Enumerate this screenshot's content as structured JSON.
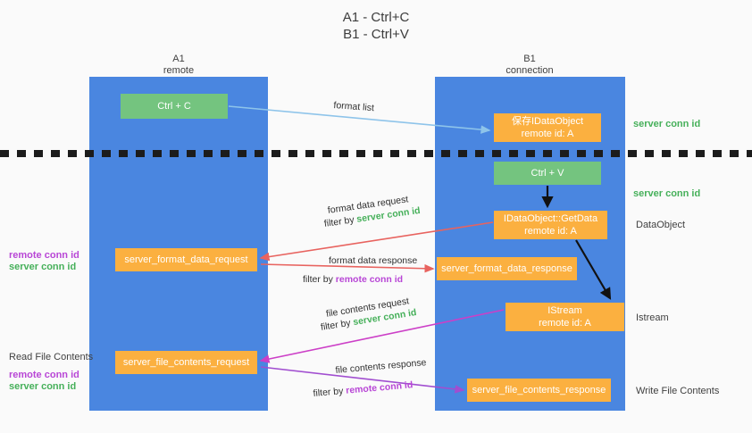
{
  "title": {
    "line1": "A1 - Ctrl+C",
    "line2": "B1 - Ctrl+V"
  },
  "columns": [
    {
      "name": "A1",
      "subtitle": "remote"
    },
    {
      "name": "B1",
      "subtitle": "connection"
    }
  ],
  "nodes": {
    "ctrl_c": {
      "line1": "Ctrl + C",
      "line2": "",
      "color": "#74c47f"
    },
    "save_dataobject": {
      "line1": "保存IDataObject",
      "line2": "remote id: A",
      "color": "#fbb040"
    },
    "ctrl_v": {
      "line1": "Ctrl + V",
      "line2": "",
      "color": "#74c47f"
    },
    "getdata": {
      "line1": "IDataObject::GetData",
      "line2": "remote id: A",
      "color": "#fbb040"
    },
    "istream": {
      "line1": "IStream",
      "line2": "remote id: A",
      "color": "#fbb040"
    },
    "format_data_request": {
      "line1": "server_format_data_request",
      "line2": "",
      "color": "#fbb040"
    },
    "format_data_response": {
      "line1": "server_format_data_response",
      "line2": "",
      "color": "#fbb040"
    },
    "file_contents_request": {
      "line1": "server_file_contents_request",
      "line2": "",
      "color": "#fbb040"
    },
    "file_contents_response": {
      "line1": "server_file_contents_response",
      "line2": "",
      "color": "#fbb040"
    }
  },
  "left_labels": {
    "fmt_remote": "remote conn id",
    "fmt_server": "server conn id",
    "read_file_contents": "Read File Contents",
    "file_remote": "remote conn id",
    "file_server": "server conn id"
  },
  "right_labels": {
    "server_conn_id_top": "server conn id",
    "server_conn_id_mid": "server conn id",
    "dataobject": "DataObject",
    "istream": "Istream",
    "write_file_contents": "Write File Contents"
  },
  "edges": {
    "format_list": "format list",
    "format_data_request": "format data request",
    "format_data_request_filter_prefix": "filter by ",
    "format_data_request_filter_value": "server conn id",
    "format_data_response": "format data response",
    "format_data_response_filter_prefix": "filter by ",
    "format_data_response_filter_value": "remote conn id",
    "file_contents_request": "file contents request",
    "file_contents_request_filter_prefix": "filter by ",
    "file_contents_request_filter_value": "server conn id",
    "file_contents_response": "file contents response",
    "file_contents_response_filter_prefix": "filter by ",
    "file_contents_response_filter_value": "remote conn id"
  },
  "colors": {
    "lane": "#4a86e0",
    "green_node": "#74c47f",
    "orange_node": "#fbb040",
    "green_text": "#46b05a",
    "purple_text": "#b846d6",
    "arrow_lightblue": "#8ec4ea",
    "arrow_red": "#e8635f",
    "arrow_black": "#111111",
    "arrow_magenta": "#cc3fc7",
    "arrow_purple": "#a14ed0"
  }
}
